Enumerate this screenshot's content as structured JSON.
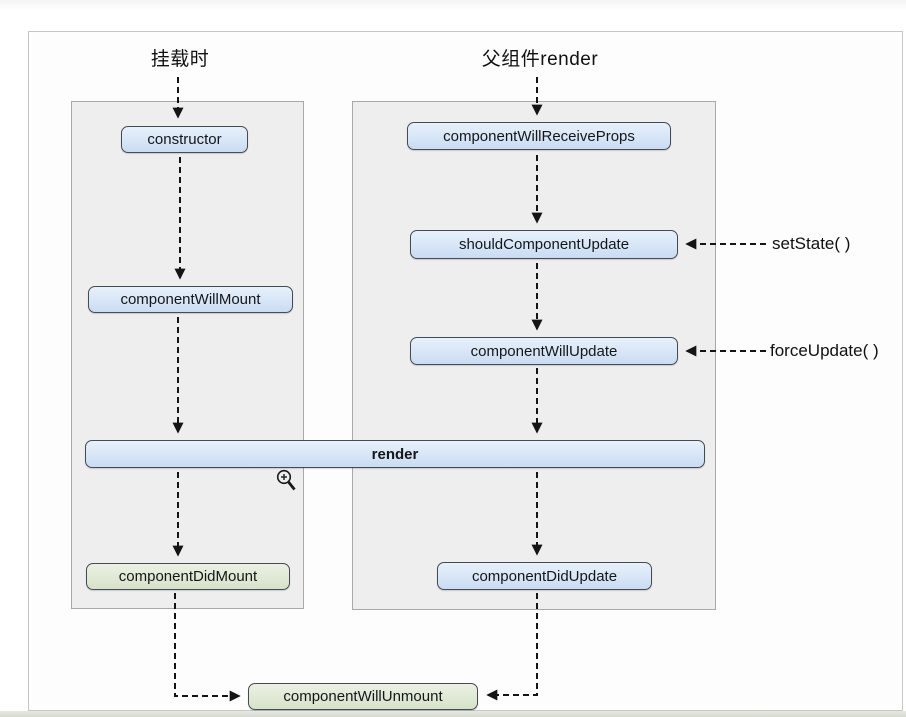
{
  "headers": {
    "mount": "挂载时",
    "parent_render": "父组件render"
  },
  "nodes": {
    "constructor": "constructor",
    "component_will_mount": "componentWillMount",
    "render": "render",
    "component_did_mount": "componentDidMount",
    "component_will_receive_props": "componentWillReceiveProps",
    "should_component_update": "shouldComponentUpdate",
    "component_will_update": "componentWillUpdate",
    "component_did_update": "componentDidUpdate",
    "component_will_unmount": "componentWillUnmount"
  },
  "annotations": {
    "set_state": "setState( )",
    "force_update": "forceUpdate( )"
  },
  "icons": {
    "zoom_cursor": "zoom-in-magnifier-cursor"
  },
  "colors": {
    "accent_blue_top": "#e8f1fb",
    "accent_blue_bottom": "#cadcf3",
    "green_top": "#ecf1e3",
    "green_bottom": "#d7e2ca",
    "node_border": "#444b54",
    "panel_bg": "#eeeeee",
    "panel_border": "#a9a9a9",
    "card_bg": "#fdfdfd",
    "card_border": "#c7c7c7",
    "arrow_color": "#141414",
    "footer_strip": "#d6d9d0"
  }
}
